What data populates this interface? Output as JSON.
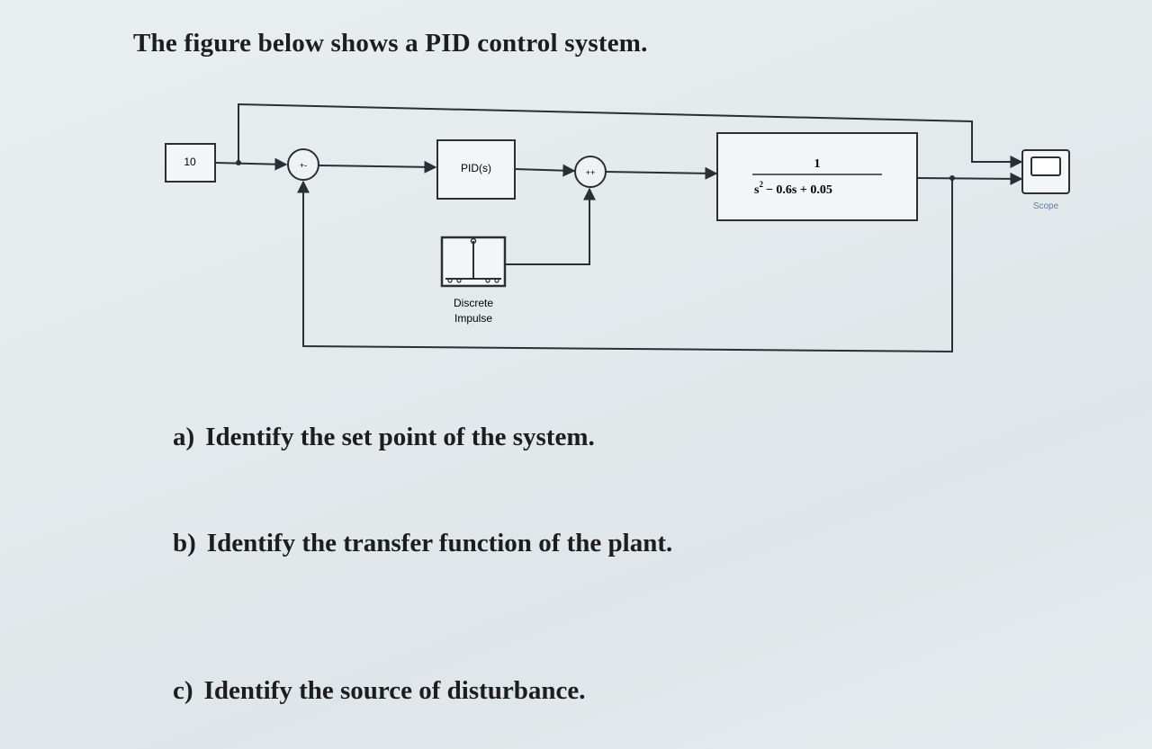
{
  "heading": "The figure below shows a PID control system.",
  "diagram": {
    "constant_value": "10",
    "sum1_signs": "+-",
    "pid_label": "PID(s)",
    "sum2_signs": "++",
    "impulse_label_line1": "Discrete",
    "impulse_label_line2": "Impulse",
    "plant_numerator": "1",
    "plant_denominator_rest": "− 0.6s + 0.05",
    "plant_denominator_s": "s",
    "plant_denominator_exp": "2",
    "scope_label": "Scope"
  },
  "questions": [
    {
      "letter": "a)",
      "text": "Identify the set point of the system."
    },
    {
      "letter": "b)",
      "text": "Identify the transfer function of the plant."
    },
    {
      "letter": "c)",
      "text": "Identify the source of disturbance."
    }
  ],
  "colors": {
    "line": "#2b2e33",
    "scope_label": "#5a7ea6"
  }
}
